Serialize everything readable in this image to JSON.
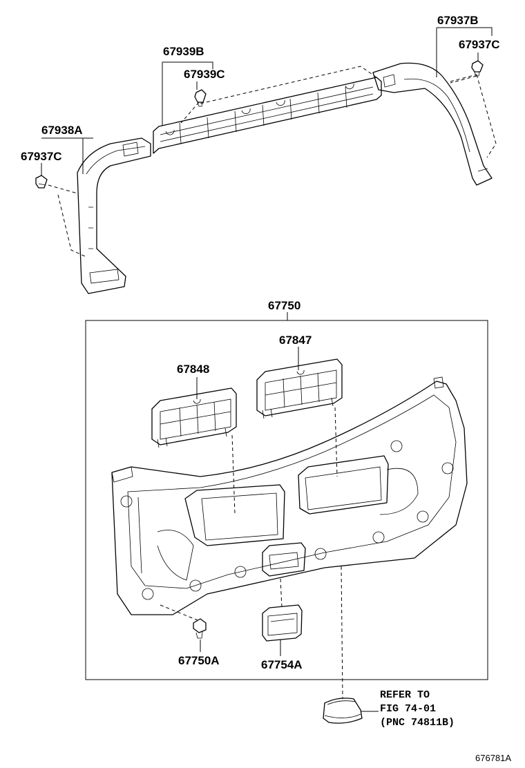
{
  "parts": {
    "p67939B": "67939B",
    "p67939C": "67939C",
    "p67937B": "67937B",
    "p67937C_right": "67937C",
    "p67938A": "67938A",
    "p67937C_left": "67937C",
    "p67750": "67750",
    "p67847": "67847",
    "p67848": "67848",
    "p67750A": "67750A",
    "p67754A": "67754A"
  },
  "reference": {
    "line1": "REFER TO",
    "line2": "FIG 74-01",
    "line3": "(PNC 74811B)"
  },
  "illustration_id": "676781A"
}
